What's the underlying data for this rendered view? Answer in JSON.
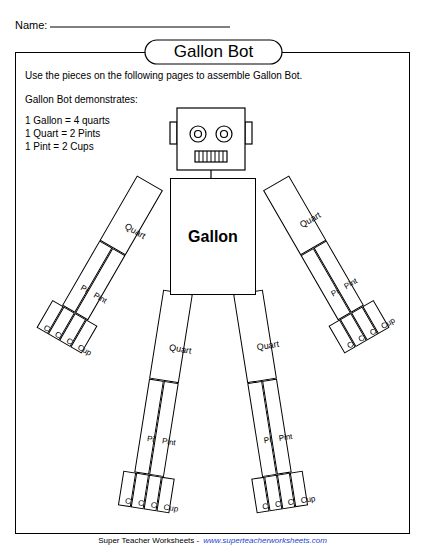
{
  "diagram": {
    "title": "Gallon Bot",
    "nodes": [
      {
        "text": [
          "Gallon"
        ]
      },
      {
        "text": [
          "Quart"
        ]
      },
      {
        "text": [
          "Pint"
        ]
      },
      {
        "text": [
          "Pint"
        ]
      },
      {
        "text": [
          "Cup"
        ]
      },
      {
        "text": [
          "Cup"
        ]
      },
      {
        "text": [
          "Cup"
        ]
      },
      {
        "text": [
          "Cup"
        ]
      },
      {
        "text": [
          "Quart"
        ]
      },
      {
        "text": [
          "Pint"
        ]
      },
      {
        "text": [
          "Pint"
        ]
      },
      {
        "text": [
          "Cup"
        ]
      },
      {
        "text": [
          "Cup"
        ]
      },
      {
        "text": [
          "Cup"
        ]
      },
      {
        "text": [
          "Cup"
        ]
      },
      {
        "text": [
          "Quart"
        ]
      },
      {
        "text": [
          "Pint"
        ]
      },
      {
        "text": [
          "Pint"
        ]
      },
      {
        "text": [
          "Cup"
        ]
      },
      {
        "text": [
          "Cup"
        ]
      },
      {
        "text": [
          "Cup"
        ]
      },
      {
        "text": [
          "Cup"
        ]
      },
      {
        "text": [
          "Quart"
        ]
      },
      {
        "text": [
          "Pint"
        ]
      },
      {
        "text": [
          "Pint"
        ]
      },
      {
        "text": [
          "Cup"
        ]
      },
      {
        "text": [
          "Cup"
        ]
      },
      {
        "text": [
          "Cup"
        ]
      },
      {
        "text": [
          "Cup"
        ]
      }
    ],
    "labels": [
      "Name:",
      "Use the pieces on the following pages to assemble Gallon Bot.",
      "Gallon Bot demonstrates:",
      "1 Gallon = 4 quarts",
      "1 Quart = 2 Pints",
      "1 Pint = 2 Cups",
      "Super Teacher Worksheets -",
      "www.superteacherworksheets.com"
    ]
  }
}
